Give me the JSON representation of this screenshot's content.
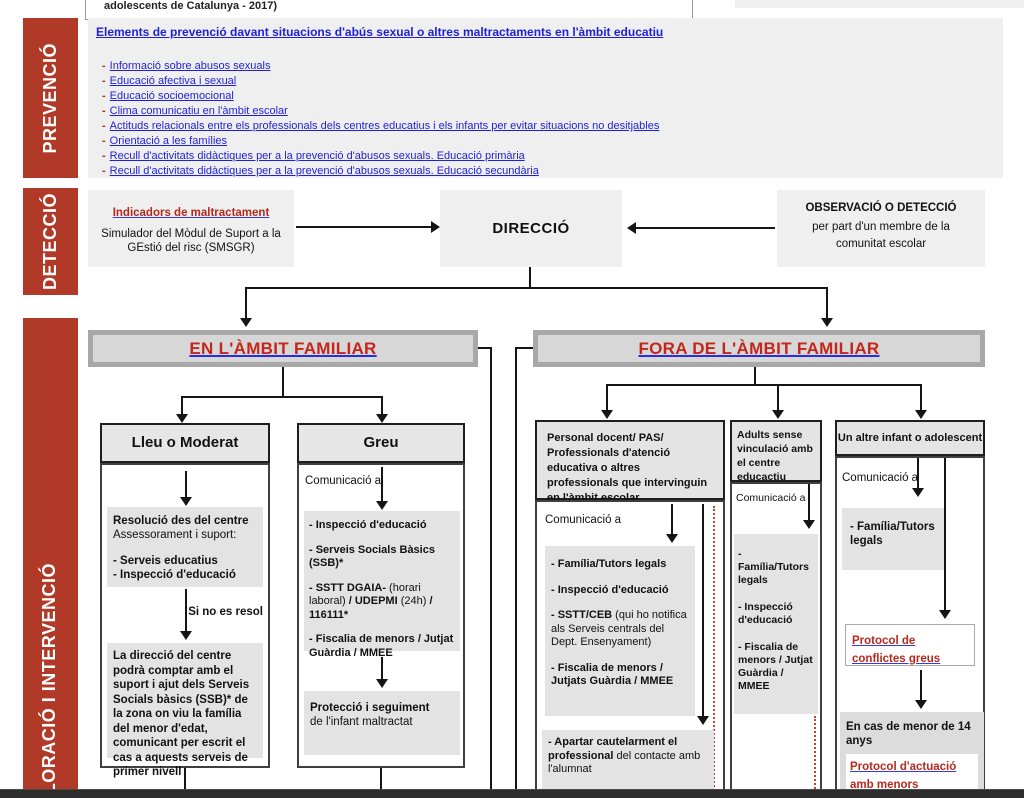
{
  "top": {
    "cropped_text": "adolescents de Catalunya - 2017)"
  },
  "colors": {
    "accent_red": "#b03927",
    "link_blue": "#1f1fd8",
    "link_red": "#b5291c",
    "underline_blue": "#3a3ae0",
    "box_grey": "#efefef",
    "header_grey": "#d7d7d7"
  },
  "prevencio": {
    "label": "PREVENCIÓ",
    "dash": "-",
    "title_link": "Elements de prevenció davant situacions d'abús sexual o altres maltractaments en l'àmbit educatiu",
    "links": [
      "Informació sobre abusos sexuals",
      "Educació afectiva i sexual",
      "Educació socioemocional",
      "Clima comunicatiu en l'àmbit escolar",
      "Actituds relacionals entre els professionals dels centres educatius i els infants per evitar situacions no desitjables",
      "Orientació a les famílies",
      "Recull d'activitats didàctiques per a la prevenció d'abusos sexuals. Educació primària",
      "Recull d'activitats didàctiques per a la prevenció d'abusos sexuals. Educació secundària"
    ]
  },
  "deteccio": {
    "label": "DETECCIÓ",
    "indicadors_link": "Indicadors de maltractament",
    "indicadors_text": "Simulador del Mòdul de Suport a la GEstió del risc (SMSGR)",
    "direccio": "DIRECCIÓ",
    "observacio_title": "OBSERVACIÓ O DETECCIÓ",
    "observacio_text": "per part d'un membre de la comunitat escolar"
  },
  "valoracio": {
    "label": "VALORACIÓ I INTERVENCIÓ",
    "familiar": {
      "header": "EN L'ÀMBIT FAMILIAR",
      "lleu": {
        "header": "Lleu o Moderat",
        "resolucio_title": "Resolució des del centre",
        "resolucio_sub": "Assessorament i suport:",
        "item1": "- Serveis educatius",
        "item2": "- Inspecció d'educació",
        "arrow_label": "Si no es resol",
        "direccio_text": "La direcció del centre podrà comptar amb el suport i ajut dels Serveis Socials bàsics (SSB)* de la zona on viu la família del menor d'edat, comunicant per escrit el cas a aquests serveis de primer nivell"
      },
      "greu": {
        "header": "Greu",
        "comunicacio": "Comunicació a",
        "item1": "- Inspecció d'educació",
        "item2": "- Serveis Socials Bàsics (SSB)*",
        "item3_b1": "- SSTT DGAIA-",
        "item3_r1": " (horari laboral) ",
        "item3_b2": "/ UDEPMI",
        "item3_r2": " (24h) ",
        "item3_b3": "/ 116111*",
        "item4": "- Fiscalia de menors / Jutjat Guàrdia / MMEE",
        "proteccio_title": "Protecció i seguiment",
        "proteccio_sub": "de l'infant maltractat"
      }
    },
    "fora": {
      "header": "FORA DE L'ÀMBIT FAMILIAR",
      "docent": {
        "header": "Personal docent/ PAS/ Professionals d'atenció educativa o altres professionals que intervinguin en l'àmbit escolar",
        "comunicacio": "Comunicació a",
        "item1": "- Família/Tutors legals",
        "item2": "- Inspecció d'educació",
        "item3_b": "- SSTT/CEB",
        "item3_r": " (qui ho notifica als Serveis centrals del Dept. Ensenyament)",
        "item4": "- Fiscalia de menors / Jutjats Guàrdia / MMEE",
        "apartar_b": "- Apartar cautelarment el professional",
        "apartar_r": " del contacte amb l'alumnat"
      },
      "adults": {
        "header": "Adults sense vinculació amb el centre educactiu",
        "comunicacio": "Comunicació a",
        "item1": "- Família/Tutors legals",
        "item2": "- Inspecció d'educació",
        "item3": "- Fiscalia de menors / Jutjat Guàrdia / MMEE"
      },
      "infant": {
        "header": "Un altre infant o adolescent",
        "comunicacio": "Comunicació a",
        "item1": "- Família/Tutors legals",
        "link1": "Protocol de conflictes greus",
        "menor_text": "En cas de menor de 14 anys",
        "link2": "Protocol d'actuació amb menors infractors"
      }
    }
  }
}
